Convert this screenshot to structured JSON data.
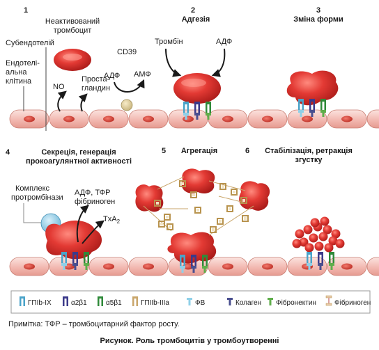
{
  "panel1": {
    "number": "1",
    "inactive_platelet": [
      "Неактивований",
      "тромбоцит"
    ],
    "subendothelium": "Субендотелій",
    "endothelial_cell": [
      "Ендотелі-",
      "альна",
      "клітина"
    ],
    "no": "NO",
    "prostaglandins": [
      "Проста-",
      "гландин"
    ],
    "cd39": "CD39",
    "adp": "АДФ",
    "amp": "АМФ"
  },
  "panel2": {
    "number": "2",
    "title": "Адгезія",
    "thrombin": "Тромбін",
    "adp": "АДФ"
  },
  "panel3": {
    "number": "3",
    "title": "Зміна форми"
  },
  "panel4": {
    "number": "4",
    "title": [
      "Секреція, генерація",
      "прокоагулянтної активності"
    ],
    "prothrombinase": [
      "Комплекс",
      "протромбінази"
    ],
    "secreted": [
      "АДФ, ТФР",
      "фібриноген"
    ],
    "txa2": "TxA",
    "txa2_sub": "2"
  },
  "panel5": {
    "number": "5",
    "title": "Агрегація"
  },
  "panel6": {
    "number": "6",
    "title": [
      "Стабілізація, ретракція",
      "згустку"
    ]
  },
  "legend": {
    "items": [
      {
        "label": "ГПІb-IX",
        "icon": "gp-ib-ix-icon",
        "color": "#4aa3c9"
      },
      {
        "label": "α2β1",
        "icon": "alpha2-beta1-icon",
        "color": "#3b3a8a"
      },
      {
        "label": "α5β1",
        "icon": "alpha5-beta1-icon",
        "color": "#2f8a3a"
      },
      {
        "label": "ГПІIb-IIIa",
        "icon": "gp-iib-iiia-icon",
        "color": "#c9a66b"
      },
      {
        "label": "ФВ",
        "icon": "vwf-icon",
        "color": "#8fd0e8"
      },
      {
        "label": "Колаген",
        "icon": "collagen-icon",
        "color": "#4a4f8f"
      },
      {
        "label": "Фібронектин",
        "icon": "fibronectin-icon",
        "color": "#5fae4b"
      },
      {
        "label": "Фібриноген",
        "icon": "fibrinogen-icon",
        "color": "#e8c9a8"
      }
    ]
  },
  "note": "Примітка: ТФР – тромбоцитарний фактор росту.",
  "caption": "Рисунок. Роль тромбоцитів у тромбоутворенні",
  "colors": {
    "cell": "#f2b9b1",
    "cell_stroke": "#c97f74",
    "nucleus": "#d8473c",
    "platelet": "#e33a34",
    "platelet_dark": "#b01f1c"
  }
}
